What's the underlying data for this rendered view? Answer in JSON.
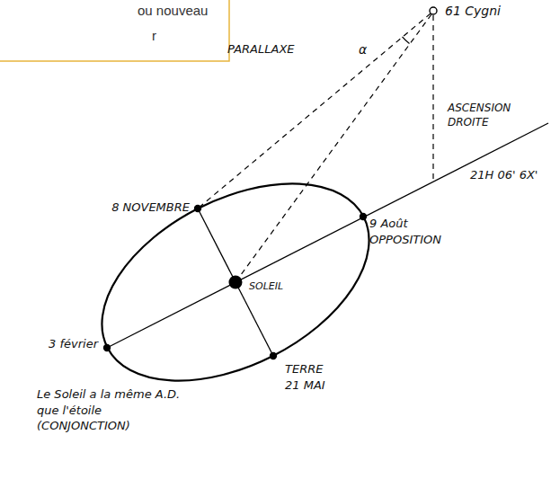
{
  "diagram": {
    "labels": [
      "ou nouveau",
      "r",
      "61 Cygni",
      "PARALLAXE",
      "α",
      "ASCENSION DROITE",
      "21H 06' 6X'",
      "8 NOVEMBRE",
      "9 Août OPPOSITION",
      "SOLEIL",
      "TERRE 21 MAI",
      "3 février",
      "Le Soleil a la même A.D. que l'étoile (CONJONCTION)"
    ]
  }
}
